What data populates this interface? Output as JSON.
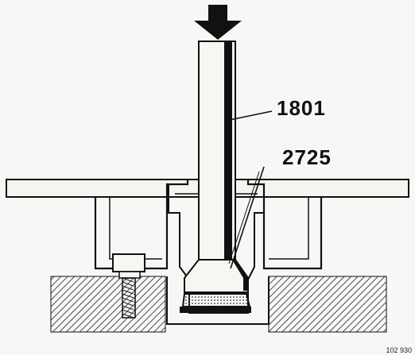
{
  "callouts": {
    "tool": "1801",
    "seal": "2725"
  },
  "figure_number": "102 930",
  "icons": {
    "press_direction": "down-arrow-icon"
  },
  "colors": {
    "line": "#111111",
    "paper": "#f7f7f5",
    "hatch": "#222222"
  }
}
